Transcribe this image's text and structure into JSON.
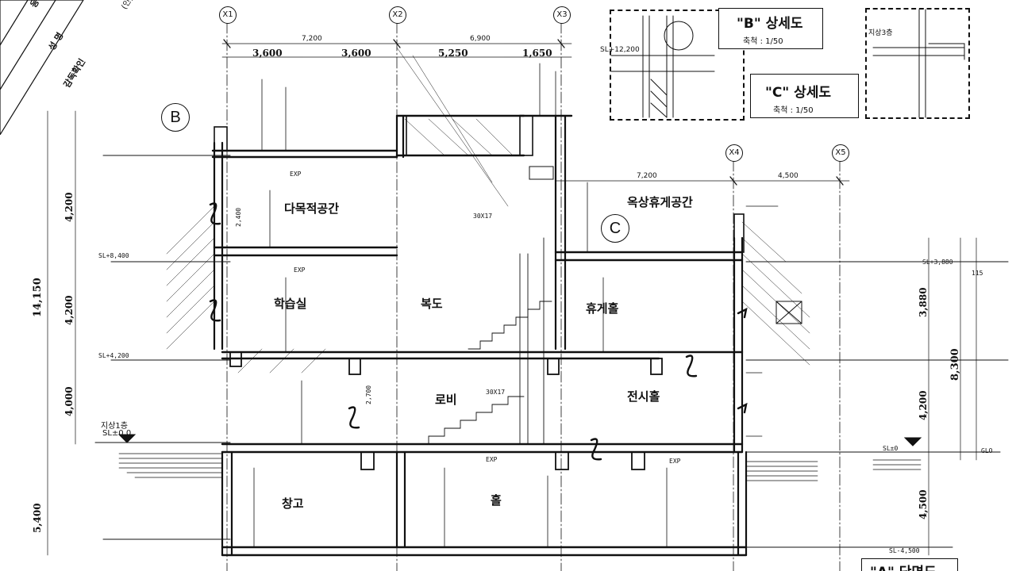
{
  "stamp": {
    "rows": [
      "응시번호",
      "성 명",
      "감독확인"
    ],
    "seal": "(인)"
  },
  "grid_axes": [
    "X1",
    "X2",
    "X3",
    "X4",
    "X5"
  ],
  "dimensions": {
    "top_span_a": "7,200",
    "top_span_b": "6,900",
    "top_sub_a": "3,600",
    "top_sub_b": "3,600",
    "top_sub_c": "5,250",
    "top_sub_d": "1,650",
    "right_span_a": "7,200",
    "right_span_b": "4,500",
    "left_total": "14,150",
    "left_upper": "4,200",
    "left_middle": "4,200",
    "left_lower": "4,000",
    "left_bottom": "5,400",
    "right_total": "8,300",
    "right_upper": "3,880",
    "right_middle": "4,200",
    "right_lower": "4,500"
  },
  "levels": {
    "ground_floor": "지상1층",
    "ground_sl": "SL±0.0",
    "third_floor": "지상3층",
    "sl_top": "SL+12,200"
  },
  "callouts": {
    "b": "B",
    "c": "C"
  },
  "detail_b": {
    "title": "\"B\" 상세도",
    "scale": "축척 : 1/50"
  },
  "detail_c": {
    "title": "\"C\" 상세도",
    "scale": "축척 : 1/50"
  },
  "section_a": {
    "title": "\"A\" 단면도"
  },
  "rooms": {
    "multi_space": "다목적공간",
    "study_room": "학습실",
    "corridor": "복도",
    "rooftop_garden": "옥상휴게공간",
    "hall": "휴게홀",
    "lobby": "로비",
    "exhibition": "전시홀",
    "storage": "창고",
    "multi_hall": "홀"
  },
  "annotations": {
    "ept": "EXP",
    "ept2": "EXP",
    "ept3": "EXP",
    "ept4": "EXP",
    "sl_3880": "SL+3,880",
    "sl_4200": "SL+4,200",
    "sl_8400": "SL+8,400",
    "sl_0": "SL±0",
    "sl_m": "SL-4,500",
    "stair_note": "30X17",
    "stair_note2": "30X17",
    "glo": "GLO",
    "note_e": "115",
    "height_2700": "2,700",
    "height_2400": "2,400"
  }
}
